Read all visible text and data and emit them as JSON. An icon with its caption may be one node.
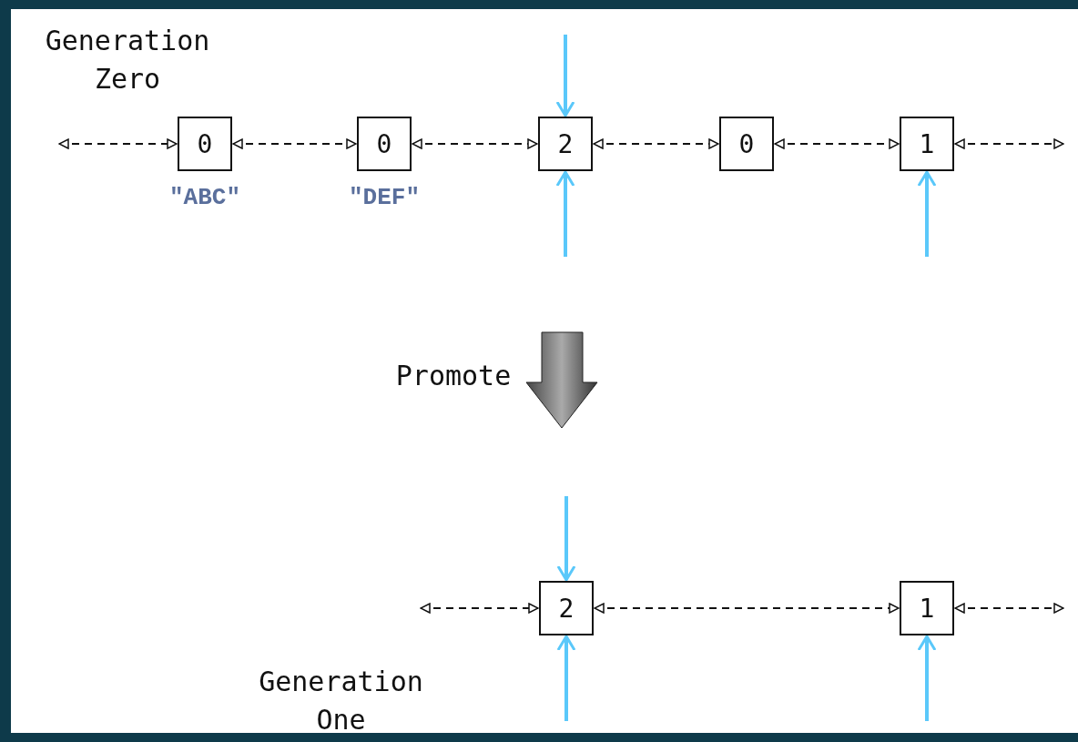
{
  "diagram": {
    "nodes": [
      {
        "text": [
          "0"
        ],
        "beside": [
          "\"ABC\""
        ]
      },
      {
        "text": [
          "0"
        ],
        "beside": [
          "\"DEF\""
        ]
      },
      {
        "text": [
          "2"
        ]
      },
      {
        "text": [
          "0"
        ]
      },
      {
        "text": [
          "1"
        ]
      },
      {
        "text": [
          "2"
        ]
      },
      {
        "text": [
          "1"
        ]
      }
    ],
    "edges": [
      {
        "from": null,
        "to": 0,
        "arrow": "both",
        "style": "dashed"
      },
      {
        "from": 0,
        "to": 1,
        "arrow": "both",
        "style": "dashed"
      },
      {
        "from": 1,
        "to": 2,
        "arrow": "both",
        "style": "dashed"
      },
      {
        "from": 2,
        "to": 3,
        "arrow": "both",
        "style": "dashed"
      },
      {
        "from": 3,
        "to": 4,
        "arrow": "both",
        "style": "dashed"
      },
      {
        "from": 4,
        "to": null,
        "arrow": "both",
        "style": "dashed"
      },
      {
        "from": null,
        "to": 2,
        "arrow": "to",
        "style": "thick",
        "color": "#5ac8fa"
      },
      {
        "from": null,
        "to": 2,
        "arrow": "to",
        "style": "thick",
        "color": "#5ac8fa"
      },
      {
        "from": null,
        "to": 4,
        "arrow": "to",
        "style": "thick",
        "color": "#5ac8fa"
      },
      {
        "from": null,
        "to": 5,
        "arrow": "both",
        "style": "dashed"
      },
      {
        "from": 5,
        "to": 6,
        "arrow": "both",
        "style": "dashed"
      },
      {
        "from": 6,
        "to": null,
        "arrow": "both",
        "style": "dashed"
      },
      {
        "from": null,
        "to": 5,
        "arrow": "to",
        "style": "thick",
        "color": "#5ac8fa"
      },
      {
        "from": null,
        "to": 5,
        "arrow": "to",
        "style": "thick",
        "color": "#5ac8fa"
      },
      {
        "from": null,
        "to": 6,
        "arrow": "to",
        "style": "thick",
        "color": "#5ac8fa"
      }
    ],
    "labels": [
      "Generation Zero",
      "Promote",
      "Generation One"
    ]
  }
}
